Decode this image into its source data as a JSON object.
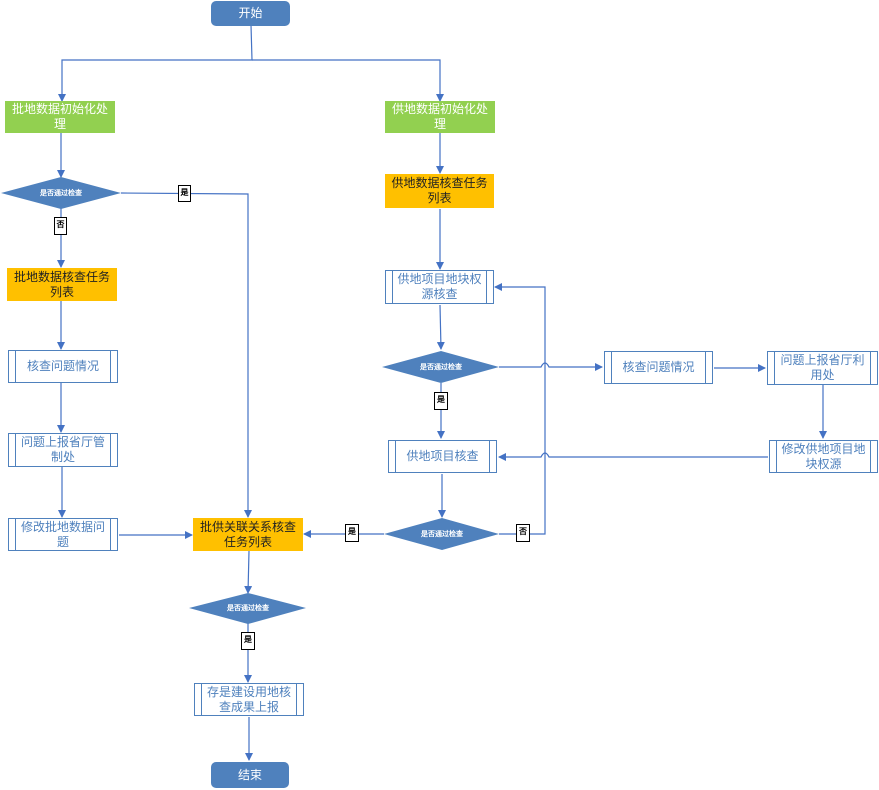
{
  "nodes": {
    "start": "开始",
    "end": "结束",
    "approve_init": "批地数据初始化处理",
    "supply_init": "供地数据初始化处理",
    "approve_task": "批地数据核查任务列表",
    "supply_task": "供地数据核查任务列表",
    "approve_issue": "核查问题情况",
    "approve_report": "问题上报省厅管制处",
    "approve_fix": "修改批地数据问题",
    "supply_rights": "供地项目地块权源核查",
    "supply_issue": "核查问题情况",
    "supply_report": "问题上报省厅利用处",
    "supply_fix": "修改供地项目地块权源",
    "supply_check": "供地项目核查",
    "relation_task": "批供关联关系核查任务列表",
    "save_result": "存是建设用地核查成果上报"
  },
  "decisions": {
    "d1": "是否通过检查",
    "d2": "是否通过检查",
    "d3": "是否通过检查",
    "d4": "是否通过检查"
  },
  "tags": {
    "yes": "是",
    "no": "否"
  },
  "colors": {
    "line": "#4472c4",
    "terminal": "#4f81bd",
    "decision": "#4f81bd",
    "init": "#92d050",
    "task": "#ffc000"
  }
}
